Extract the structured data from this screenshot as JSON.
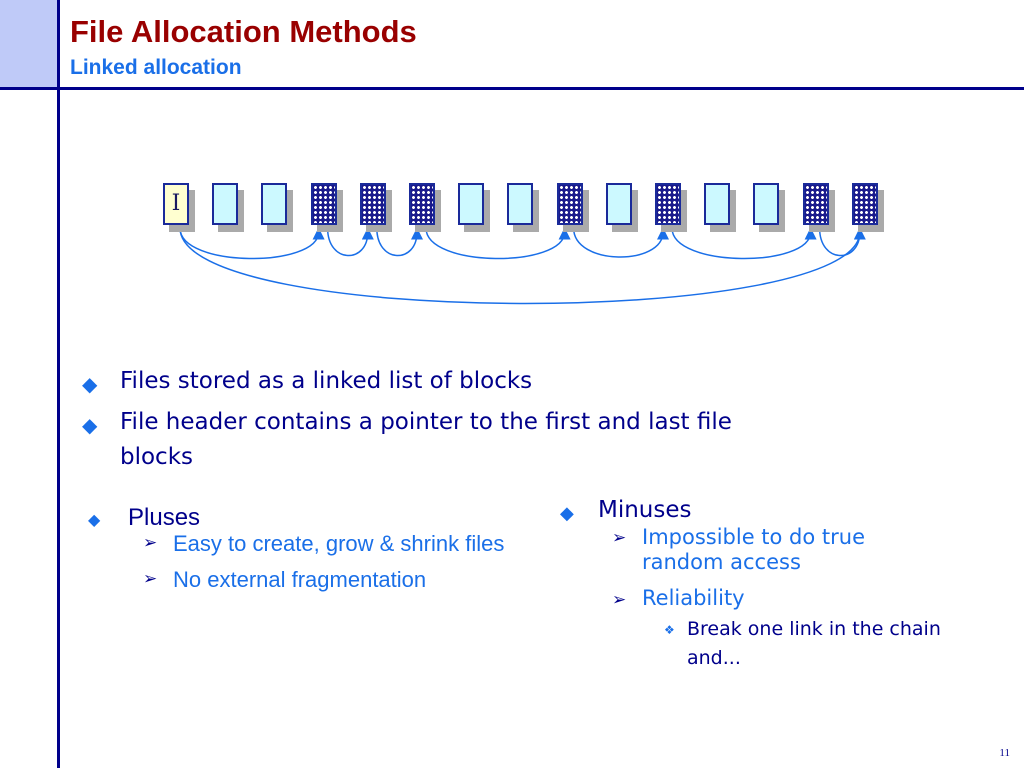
{
  "header": {
    "title": "File Allocation Methods",
    "subtitle": "Linked allocation"
  },
  "diagram": {
    "header_label": "I",
    "blocks": [
      "header",
      "empty",
      "empty",
      "used",
      "used",
      "used",
      "empty",
      "empty",
      "used",
      "empty",
      "used",
      "empty",
      "empty",
      "used",
      "used"
    ],
    "links": [
      [
        0,
        3
      ],
      [
        3,
        4
      ],
      [
        4,
        5
      ],
      [
        5,
        8
      ],
      [
        8,
        10
      ],
      [
        10,
        13
      ],
      [
        13,
        14
      ],
      [
        0,
        14
      ]
    ],
    "colors": {
      "link": "#1a6fe8",
      "used": "#1a1a8c",
      "empty": "#ccf9ff",
      "header": "#ffffd0"
    }
  },
  "bullets": [
    "Files stored as a linked list of blocks",
    "File header contains a pointer to the first and last file",
    "blocks"
  ],
  "pluses": {
    "heading": "Pluses",
    "items": [
      "Easy to create, grow & shrink files",
      "No external fragmentation"
    ]
  },
  "minuses": {
    "heading": "Minuses",
    "items": [
      "Impossible to do true",
      "random access",
      "Reliability"
    ],
    "subitems": [
      "Break one link in the chain",
      "and..."
    ]
  },
  "page_number": "11"
}
